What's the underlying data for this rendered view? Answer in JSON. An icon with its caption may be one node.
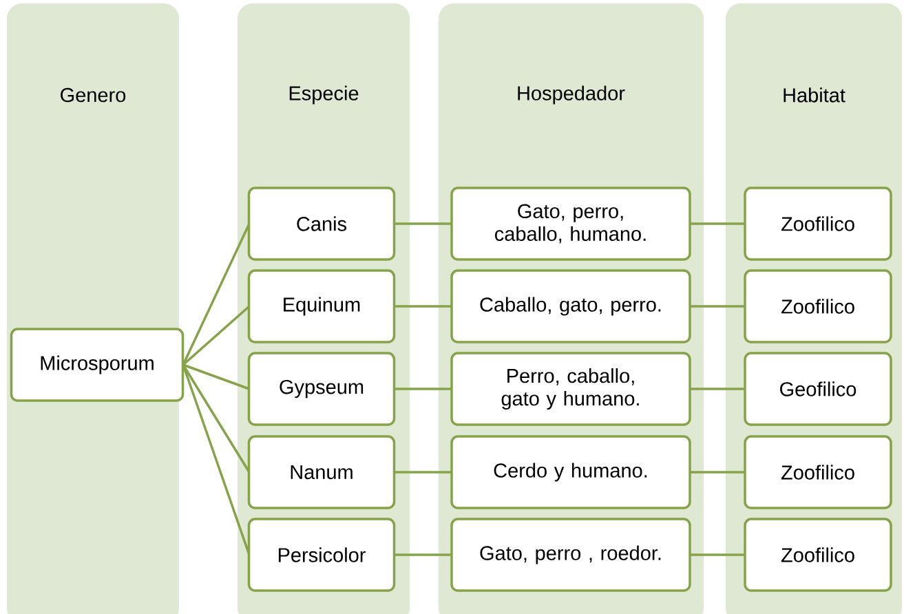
{
  "diagram": {
    "nodes": [
      {
        "text": [
          "Genero"
        ]
      },
      {
        "text": [
          "Especie"
        ]
      },
      {
        "text": [
          "Hospedador"
        ]
      },
      {
        "text": [
          "Habitat"
        ]
      },
      {
        "text": [
          "Microsporum"
        ],
        "in": 0
      },
      {
        "text": [
          "Canis"
        ],
        "in": 1
      },
      {
        "text": [
          "Equinum"
        ],
        "in": 1
      },
      {
        "text": [
          "Gypseum"
        ],
        "in": 1
      },
      {
        "text": [
          "Nanum"
        ],
        "in": 1
      },
      {
        "text": [
          "Persicolor"
        ],
        "in": 1
      },
      {
        "text": [
          "Gato, perro, caballo, humano."
        ],
        "in": 2
      },
      {
        "text": [
          "Caballo, gato, perro."
        ],
        "in": 2
      },
      {
        "text": [
          "Perro, caballo, gato y humano."
        ],
        "in": 2
      },
      {
        "text": [
          "Cerdo y humano."
        ],
        "in": 2
      },
      {
        "text": [
          "Gato, perro , roedor."
        ],
        "in": 2
      },
      {
        "text": [
          "Zoofilico"
        ],
        "in": 3
      },
      {
        "text": [
          "Zoofilico"
        ],
        "in": 3
      },
      {
        "text": [
          "Geofilico"
        ],
        "in": 3
      },
      {
        "text": [
          "Zoofilico"
        ],
        "in": 3
      },
      {
        "text": [
          "Zoofilico"
        ],
        "in": 3
      }
    ],
    "edges": [
      {
        "from": 4,
        "to": 5,
        "arrow": "none"
      },
      {
        "from": 4,
        "to": 6,
        "arrow": "none"
      },
      {
        "from": 4,
        "to": 7,
        "arrow": "none"
      },
      {
        "from": 4,
        "to": 8,
        "arrow": "none"
      },
      {
        "from": 4,
        "to": 9,
        "arrow": "none"
      },
      {
        "from": 5,
        "to": 10,
        "arrow": "none"
      },
      {
        "from": 6,
        "to": 11,
        "arrow": "none"
      },
      {
        "from": 7,
        "to": 12,
        "arrow": "none"
      },
      {
        "from": 8,
        "to": 13,
        "arrow": "none"
      },
      {
        "from": 9,
        "to": 14,
        "arrow": "none"
      },
      {
        "from": 10,
        "to": 15,
        "arrow": "none"
      },
      {
        "from": 11,
        "to": 16,
        "arrow": "none"
      },
      {
        "from": 12,
        "to": 17,
        "arrow": "none"
      },
      {
        "from": 13,
        "to": 18,
        "arrow": "none"
      },
      {
        "from": 14,
        "to": 19,
        "arrow": "none"
      }
    ]
  }
}
